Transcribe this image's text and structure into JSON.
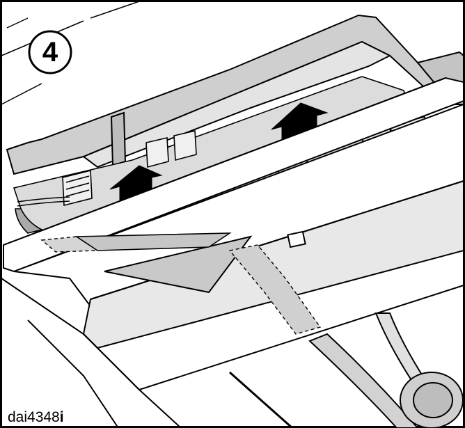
{
  "step": {
    "number": "4"
  },
  "figure": {
    "code": "dai4348",
    "code_suffix": "i"
  },
  "colors": {
    "outline": "#000000",
    "panel_gray": "#c9c9c9",
    "light_fill": "#e6e6e6",
    "arrow": "#000000",
    "background": "#ffffff"
  }
}
